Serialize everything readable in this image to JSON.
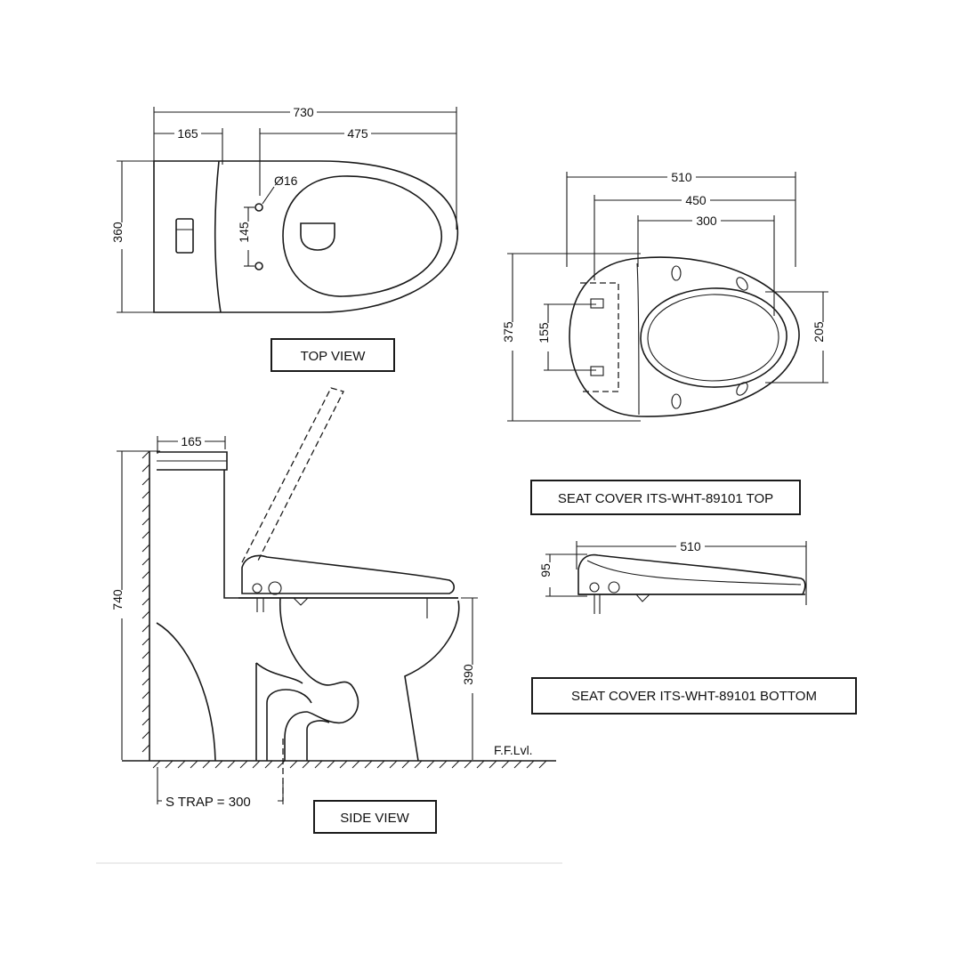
{
  "top_view": {
    "dims": {
      "overall_length": "730",
      "tank_depth": "165",
      "bowl_length": "475",
      "width": "360",
      "hole_dia": "Ø16",
      "hole_spacing": "145"
    },
    "label": "TOP VIEW"
  },
  "seat_top": {
    "dims": {
      "d510": "510",
      "d450": "450",
      "d300": "300",
      "d375": "375",
      "d155": "155",
      "d205": "205"
    },
    "label": "SEAT COVER ITS-WHT-89101 TOP"
  },
  "seat_bottom": {
    "dims": {
      "d510": "510",
      "d95": "95"
    },
    "label": "SEAT COVER ITS-WHT-89101 BOTTOM"
  },
  "side_view": {
    "dims": {
      "d165": "165",
      "d740": "740",
      "d390": "390"
    },
    "floor_label": "F.F.Lvl.",
    "trap_label": "S TRAP = 300",
    "label": "SIDE VIEW"
  }
}
